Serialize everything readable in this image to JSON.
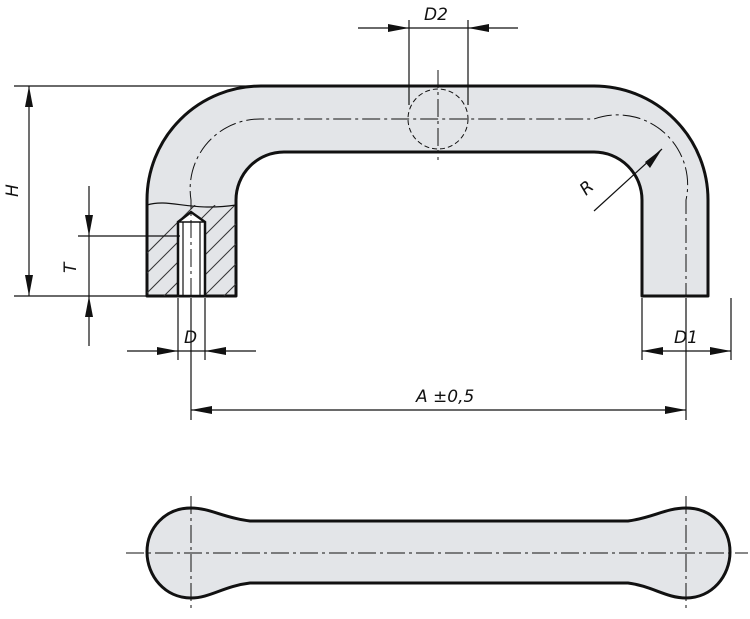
{
  "labels": {
    "d2": "D2",
    "h": "H",
    "t": "T",
    "d": "D",
    "d1": "D1",
    "r": "R",
    "a": "A ±0,5"
  },
  "colors": {
    "fill": "#e3e5e8",
    "stroke": "#111111",
    "background": "#ffffff"
  }
}
